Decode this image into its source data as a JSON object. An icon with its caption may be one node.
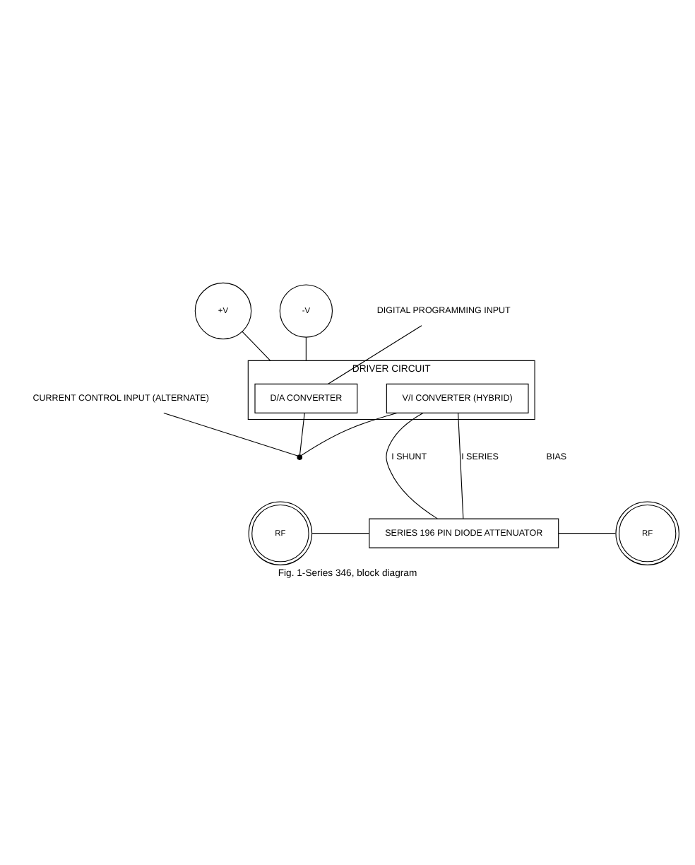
{
  "diagram": {
    "caption": "Fig. 1-Series 346, block diagram",
    "nodes": [
      {
        "text": [
          "DRIVER CIRCUIT"
        ]
      },
      {
        "text": [
          "D/A CONVERTER"
        ],
        "in": 0
      },
      {
        "text": [
          "V/I CONVERTER (HYBRID)"
        ],
        "in": 0
      },
      {
        "text": [
          "SERIES 196 PIN DIODE ATTENUATOR"
        ]
      },
      {
        "text": [
          "+V"
        ]
      },
      {
        "text": [
          "-V"
        ]
      },
      {
        "text": [
          "DIGITAL PROGRAMMING INPUT"
        ]
      },
      {
        "text": [
          "CURRENT CONTROL INPUT (ALTERNATE)"
        ]
      },
      {
        "text": [],
        "shape": "circle"
      },
      {
        "text": [
          "RF"
        ]
      },
      {
        "text": [
          "RF"
        ]
      }
    ],
    "edges": [
      {
        "from": 4,
        "to": 0,
        "arrow": "none"
      },
      {
        "from": 5,
        "to": 0,
        "arrow": "none"
      },
      {
        "from": 6,
        "to": 1,
        "arrow": "none"
      },
      {
        "from": 1,
        "to": 8,
        "arrow": "none"
      },
      {
        "from": 7,
        "to": 8,
        "arrow": "none"
      },
      {
        "from": 8,
        "to": 2,
        "arrow": "none"
      },
      {
        "from": 2,
        "to": 3,
        "label": "I SHUNT",
        "arrow": "none"
      },
      {
        "from": 2,
        "to": 3,
        "label": "I SERIES",
        "arrow": "none"
      },
      {
        "from": 9,
        "to": 3,
        "arrow": "none"
      },
      {
        "from": 3,
        "to": 10,
        "arrow": "none"
      }
    ],
    "labels": [
      "BIAS"
    ]
  }
}
